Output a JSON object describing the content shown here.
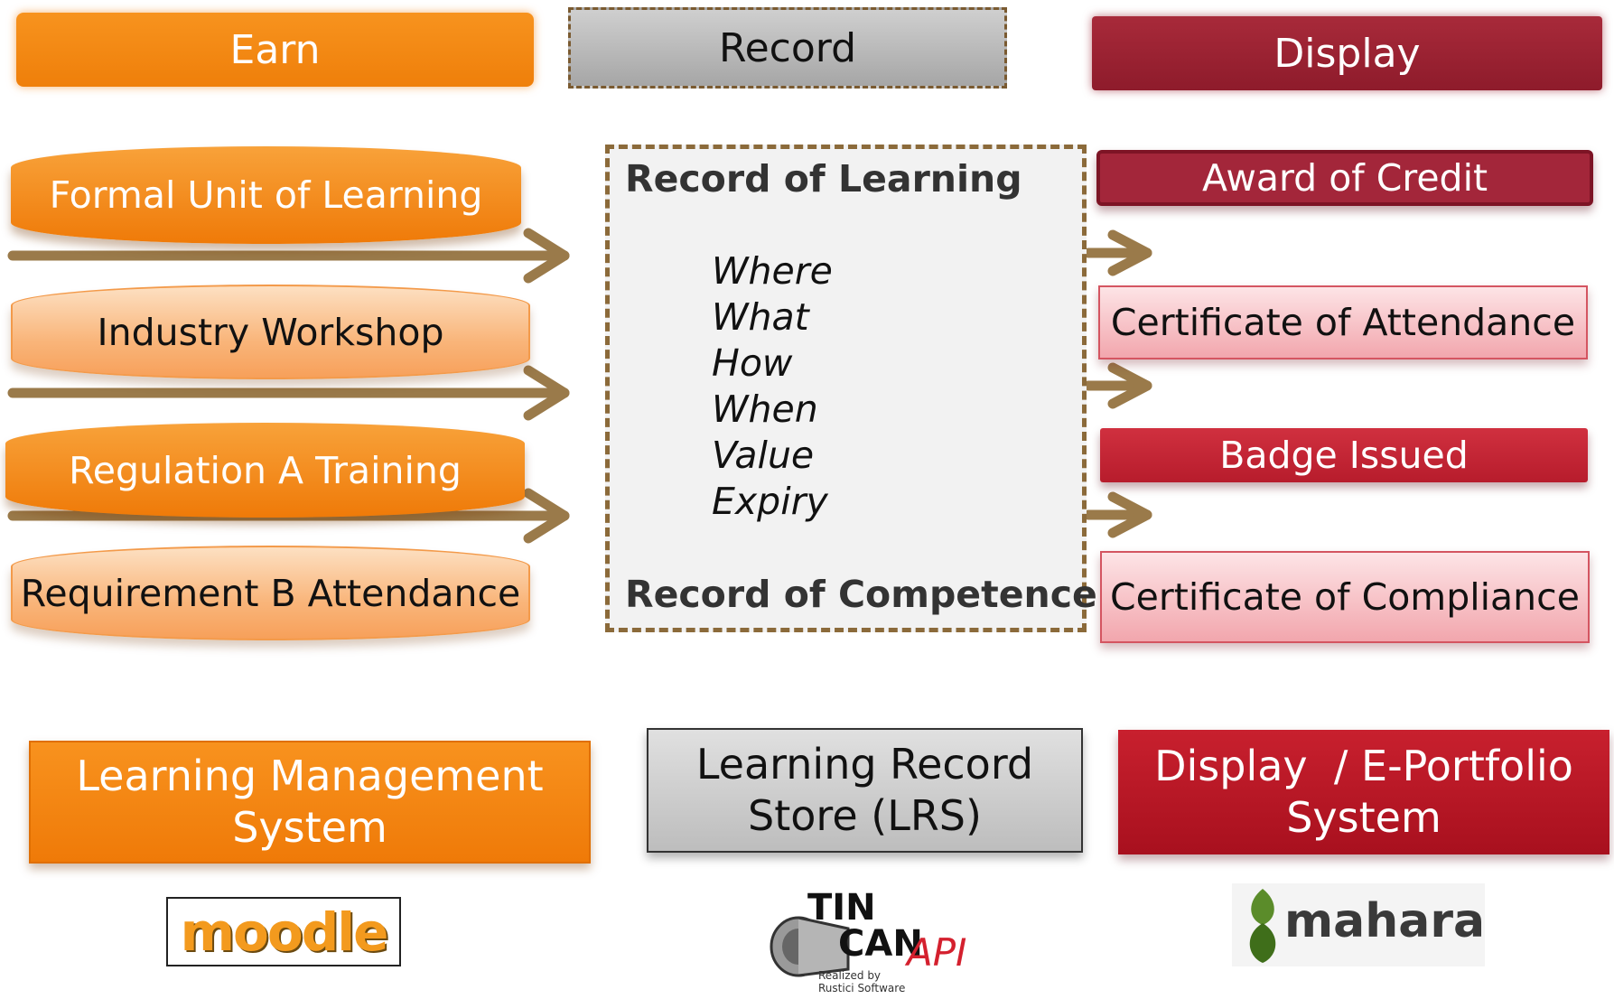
{
  "headers": {
    "earn": "Earn",
    "record": "Record",
    "display": "Display"
  },
  "earn_items": [
    "Formal Unit of Learning",
    "Industry Workshop",
    "Regulation A Training",
    "Requirement B Attendance"
  ],
  "record_box": {
    "title": "Record of Learning",
    "items": [
      "Where",
      "What",
      "How",
      "When",
      "Value",
      "Expiry"
    ],
    "footer": "Record of Competence"
  },
  "display_items": [
    "Award of Credit",
    "Certificate of Attendance",
    "Badge Issued",
    "Certificate of Compliance"
  ],
  "systems": {
    "lms": [
      "Learning Management",
      "System"
    ],
    "lrs": [
      "Learning Record",
      "Store (LRS)"
    ],
    "display": [
      "Display  / E-Portfolio",
      "System"
    ]
  },
  "logos": {
    "moodle": "moodle",
    "tincan_1": "TIN",
    "tincan_2": "CAN",
    "tincan_api": "API",
    "tincan_small_1": "Realized by",
    "tincan_small_2": "Rustici Software",
    "mahara": "mahara"
  },
  "colors": {
    "orange": "#f7931e",
    "maroon": "#9e2536",
    "arrow": "#9a7a4a",
    "gray": "#c9c9c9"
  }
}
